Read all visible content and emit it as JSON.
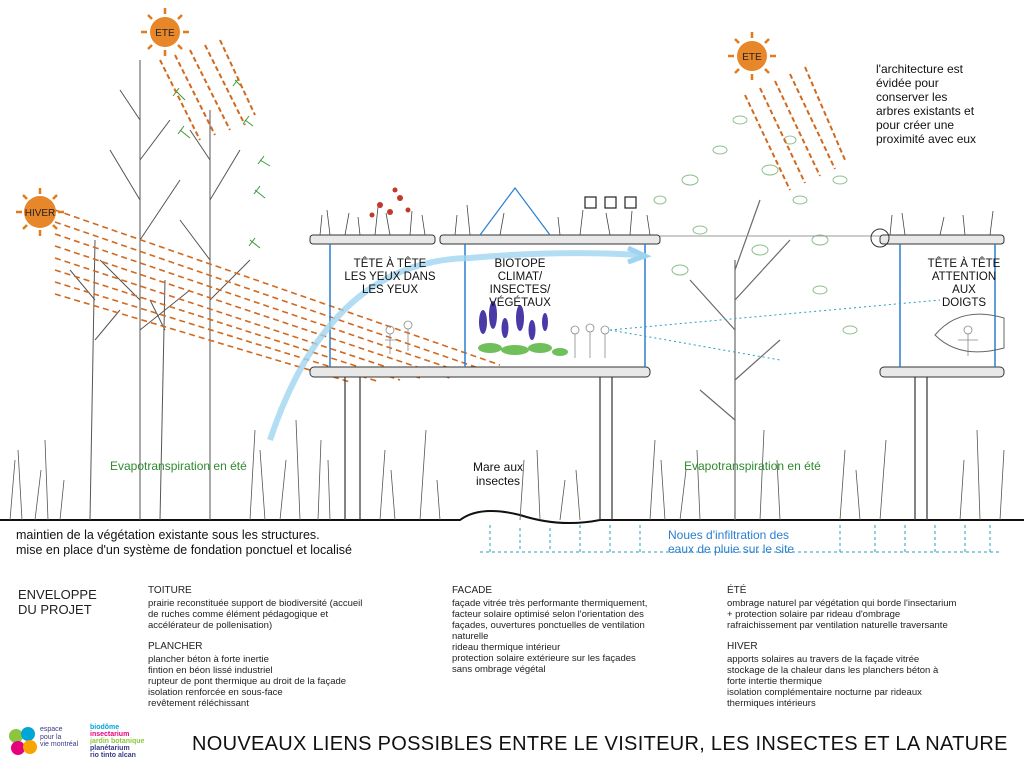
{
  "suns": {
    "ete_left": "ETE",
    "hiver": "HIVER",
    "ete_right": "ETE"
  },
  "labels": {
    "tete_a_tete_yeux": "TÊTE À TÊTE\nLES YEUX DANS\nLES YEUX",
    "biotope": "BIOTOPE\nCLIMAT/\nINSECTES/\nVÉGÉTAUX",
    "tete_a_tete_doigts": "TÊTE À TÊTE\nATTENTION\nAUX\nDOIGTS",
    "architecture_note": "l'architecture est\névidée pour\nconserver les\narbres existants et\npour créer une\nproximité avec eux",
    "evapo_left": "Evapotranspiration en été",
    "evapo_right": "Evapotranspiration en été",
    "mare": "Mare aux\ninsectes",
    "noues": "Noues d'infiltration des\neaux de pluie sur le site",
    "ground_note": "maintien de la végétation existante sous les structures.\nmise en place d'un système de fondation ponctuel et localisé"
  },
  "legend": {
    "title": "ENVELOPPE\nDU PROJET",
    "toiture_heading": "TOITURE",
    "toiture_text": "prairie reconstituée support de biodiversité (accueil\nde ruches comme élément pédagogique et\naccélérateur de pollenisation)",
    "plancher_heading": "PLANCHER",
    "plancher_text": "plancher béton à forte inertie\nfintion en béon lissé industriel\nrupteur de pont thermique au droit de la façade\nisolation renforcée en sous-face\nrevêtement réléchissant",
    "facade_heading": "FACADE",
    "facade_text": "façade vitrée très performante thermiquement,\nfacteur solaire optimisé selon l'orientation des\nfaçades, ouvertures ponctuelles de ventilation\nnaturelle\nrideau thermique intérieur\nprotection solaire extérieure sur les façades\nsans ombrage végétal",
    "ete_heading": "ÉTÉ",
    "ete_text": "ombrage naturel par végétation qui borde l'insectarium\n+ protection solaire par rideau d'ombrage\nrafraichissement par ventilation naturelle traversante",
    "hiver_heading": "HIVER",
    "hiver_text": "apports solaires au travers de la façade vitrée\nstockage de la chaleur dans les planchers béton à\nforte intertie thermique\nisolation complémentaire nocturne par rideaux\nthermiques intérieurs"
  },
  "footer": {
    "title": "NOUVEAUX LIENS POSSIBLES ENTRE LE VISITEUR, LES INSECTES ET LA NATURE",
    "logo_line1": "espace\npour la\nvie montréal",
    "logo_biodome": "biodôme",
    "logo_insectarium": "insectarium",
    "logo_jardin": "jardin botanique",
    "logo_planetarium": "planétarium",
    "logo_rio": "rio tinto alcan"
  },
  "colors": {
    "sun": "#e07b1a",
    "ray": "#d2691e",
    "green": "#2e8b2e",
    "blue": "#2a7fd0"
  }
}
